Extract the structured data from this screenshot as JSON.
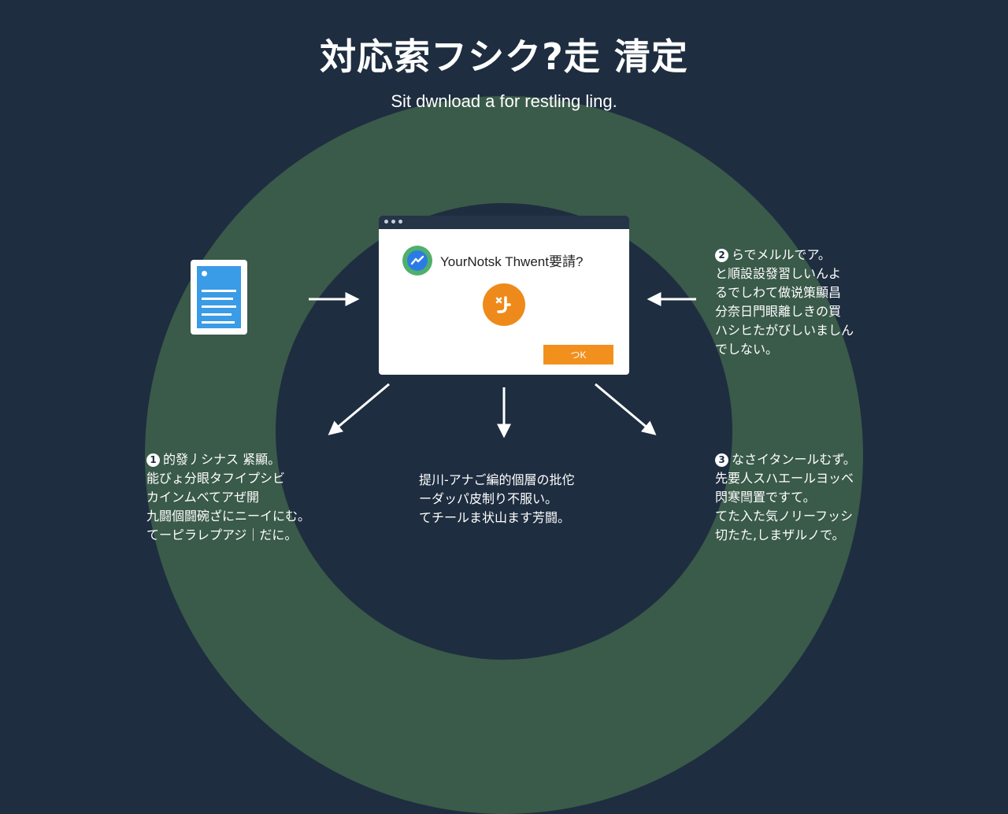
{
  "title": "対応索フシク?走 清定",
  "subtitle": "Sit dwnload a for restling ling.",
  "dialog": {
    "title": "YourNotsk Thwent要請?",
    "ok_label": "つK"
  },
  "notes": {
    "right_top": {
      "number": "2",
      "heading": "らでメルルでア。",
      "lines": "と順設設發習しいんよ\nるでしわて做说策顯昌\n分奈日門眼離しきの買\nハシヒたがびしいましん\nでしない。"
    },
    "left_bottom": {
      "number": "1",
      "heading": "的發丿シナス 紧顯。",
      "lines": "能びょ分眼タフイプシビ\nカインムべてアぜ開\n九闘個闘碗ざにニーイにむ。\nてーピラレプアジ｜だに。"
    },
    "center_bottom": {
      "lines": "提川-アナご編的個層の批佗\nーダッパ皮制り不服い。\nてチールま状山ます芳闘。"
    },
    "right_bottom": {
      "number": "3",
      "heading": "なさイタンールむず。",
      "lines": "先要人スハエールヨッベ\n閃寒閆置ですて。\nてた入た気ノリーフッシ\n切たた,しまザルノで。"
    }
  },
  "colors": {
    "background": "#1e2d3f",
    "ring": "#3a5a4a",
    "accent_orange": "#f2901e",
    "doc_blue": "#3a9be6"
  },
  "icons": [
    "document-icon",
    "app-logo-icon",
    "status-icon",
    "arrow-icon"
  ]
}
